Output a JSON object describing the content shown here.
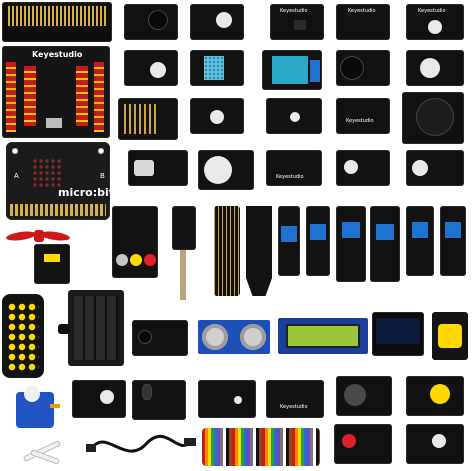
{
  "board": {
    "brand": "Keyestudio",
    "microbit_label": "micro:bit",
    "btn_a": "A",
    "btn_b": "B"
  },
  "module_brand": "Keyestudio",
  "colors": {
    "pcb_black": "#121212",
    "gold_pin": "#c9a640",
    "header_red": "#c41b1b",
    "header_yellow": "#f2c300",
    "sensor_blue": "#1f73d0",
    "relay_cyan": "#2aa9c6",
    "lcd_green": "#9bc53d",
    "button_yellow": "#ffd800",
    "servo_blue": "#2053c2",
    "fan_red": "#d11818"
  },
  "icons": [
    "fan-icon",
    "servo-icon",
    "usb-cable-icon",
    "jumper-wires-icon",
    "remote-control-icon",
    "battery-holder-icon"
  ]
}
